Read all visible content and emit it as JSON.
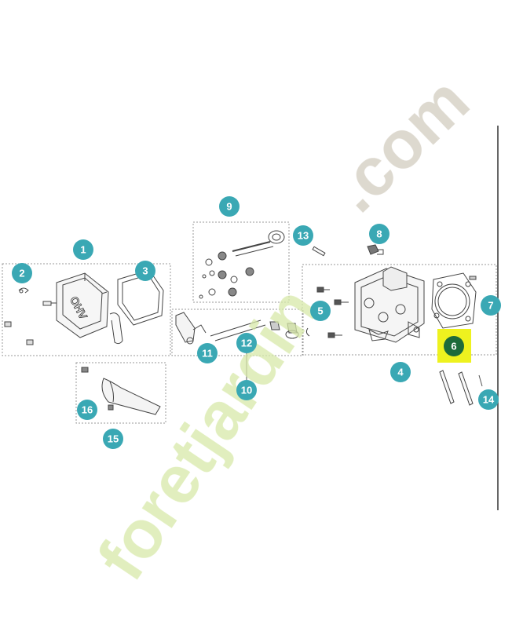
{
  "diagram": {
    "callouts": [
      "1",
      "2",
      "3",
      "4",
      "5",
      "6",
      "7",
      "8",
      "9",
      "10",
      "11",
      "12",
      "13",
      "14",
      "15",
      "16"
    ],
    "highlighted_callout": "6",
    "part_labels": {
      "ohv_cover_text": "OHV"
    }
  },
  "watermark": {
    "part1": "foretjardin",
    "part2": ".com"
  },
  "colors": {
    "callout_teal": "#3aa8b4",
    "highlight_yellow": "#eef21f",
    "highlight_green": "#1c6b3a",
    "watermark_green": "#d7e9a8",
    "watermark_gray": "#d2ccbf",
    "line": "#555555",
    "dashed_box": "#999999"
  }
}
